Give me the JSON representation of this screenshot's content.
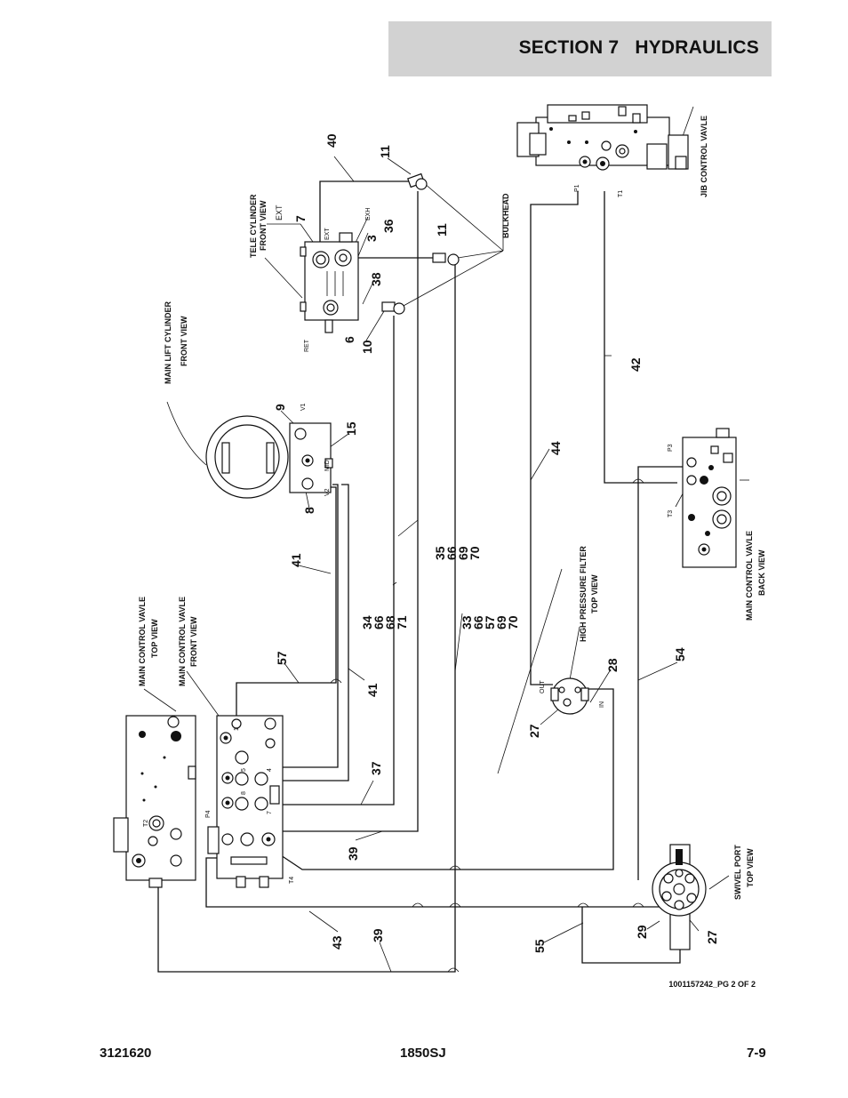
{
  "header": {
    "title": "SECTION 7   HYDRAULICS"
  },
  "footer": {
    "doc_number": "3121620",
    "model": "1850SJ",
    "page": "7-9"
  },
  "drawing_id": "1001157242_PG 2 OF 2",
  "components": {
    "jib_control_valve": "JIB CONTROL VAVLE",
    "tele_cylinder": "TELE CYLINDER\nFRONT VIEW",
    "main_lift_cylinder": "MAIN LIFT CYLINDER\nFRONT VIEW",
    "main_control_valve_top": "MAIN CONTROL VAVLE\nTOP VIEW",
    "main_control_valve_front": "MAIN CONTROL VAVLE\nFRONT VIEW",
    "main_control_valve_back": "MAIN CONTROL VAVLE\nBACK VIEW",
    "high_pressure_filter": "HIGH PRESSURE FILTER\nTOP VIEW",
    "swivel_port": "SWIVEL PORT\nTOP VIEW",
    "bulkhead": "BULKHEAD"
  },
  "port_labels": {
    "p1": "P1",
    "t1": "T1",
    "ext_top": "EXT",
    "ext_side": "EXT",
    "exh": "EXH",
    "ret": "RET",
    "v1": "V1",
    "v2": "V2",
    "mid": "MID",
    "p3": "P3",
    "t3": "T3",
    "out": "OUT",
    "in": "IN",
    "p4": "P4",
    "t2": "T2",
    "t4": "T4",
    "mcv_ports": [
      "1",
      "5",
      "4",
      "8",
      "7"
    ]
  },
  "callouts": {
    "c40": "40",
    "c11a": "11",
    "c11b": "11",
    "c7": "7",
    "c36": "36",
    "c3": "3",
    "c38": "38",
    "c6": "6",
    "c10": "10",
    "c42": "42",
    "c9": "9",
    "c15": "15",
    "c8": "8",
    "c44": "44",
    "c41a": "41",
    "c41b": "41",
    "c35_66_69_70": "35\n66\n69\n70",
    "c34_66_68_71": "34\n66\n68\n71",
    "c33_66_57_69_70": "33\n66\n57\n69\n70",
    "c57": "57",
    "c37": "37",
    "c39a": "39",
    "c39b": "39",
    "c43": "43",
    "c54": "54",
    "c28": "28",
    "c27a": "27",
    "c55": "55",
    "c29": "29",
    "c27b": "27"
  }
}
